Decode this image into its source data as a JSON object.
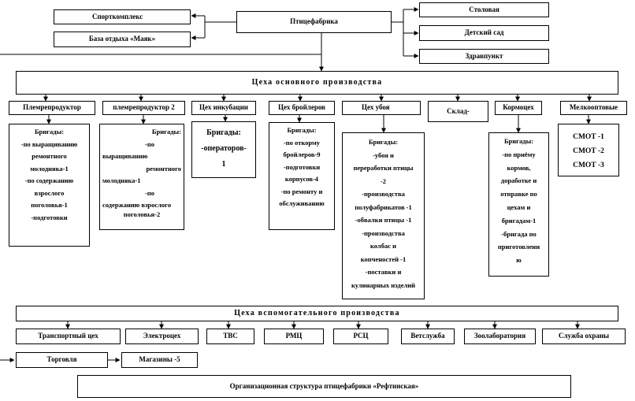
{
  "title": "Организационная структура птицефабрики «Рефтинская»",
  "top": {
    "center": "Птицефабрика",
    "left": [
      "Спорткомплекс",
      "База отдыха «Маяк»"
    ],
    "right": [
      "Столовая",
      "Детский сад",
      "Здравпункт"
    ]
  },
  "main": {
    "header": "Цеха основного производства",
    "units": [
      {
        "name": "Племрепродуктор",
        "lines": [
          "Бригады:",
          "-по выращиванию",
          "ремонтного",
          "молодняка-1",
          "-по содержанию",
          "взрослого",
          "поголовья-1",
          "-подготовки"
        ]
      },
      {
        "name": "племрепродуктор 2",
        "lines": [
          "Бригады:",
          "-по",
          "выращиванию",
          "ремонтного",
          "молодняка-1",
          "-по",
          "содержанию взрослого",
          "поголовья-2"
        ]
      },
      {
        "name": "Цех инкубации",
        "lines": [
          "Бригады:",
          "-операторов-",
          "1"
        ]
      },
      {
        "name": "Цех бройлеров",
        "lines": [
          "Бригады:",
          "-по откорму",
          "бройлеров-9",
          "-подготовки",
          "корпусов-4",
          "-по ремонту и",
          "обслуживанию"
        ]
      },
      {
        "name": "Цех убоя",
        "lines": [
          "Бригады:",
          "-убоя и",
          "переработки птицы",
          "-2",
          "-производства",
          "полуфабрикатов -1",
          "-обвалки птицы -1",
          "-производства",
          "колбас и",
          "копченостей -1",
          "-поставки и",
          "кулинарных изделий"
        ]
      },
      {
        "name": "Склад-",
        "lines": []
      },
      {
        "name": "Кормоцех",
        "lines": [
          "Бригады:",
          "-по приёму",
          "кормов,",
          "доработке и",
          "отправке по",
          "цехам и",
          "бригадам-1",
          "-бригада по",
          "приготовлени",
          "ю"
        ]
      },
      {
        "name": "Мелкооптовые",
        "lines": [
          "СМОТ -1",
          "СМОТ -2",
          "СМОТ -3"
        ]
      }
    ]
  },
  "aux": {
    "header": "Цеха вспомогательного производства",
    "units": [
      "Транспортный цех",
      "Электроцех",
      "ТВС",
      "РМЦ",
      "РСЦ",
      "Ветслужба",
      "Зоолаборатория",
      "Служба охраны"
    ],
    "extra": [
      "Торговля",
      "Магазины -5"
    ]
  }
}
